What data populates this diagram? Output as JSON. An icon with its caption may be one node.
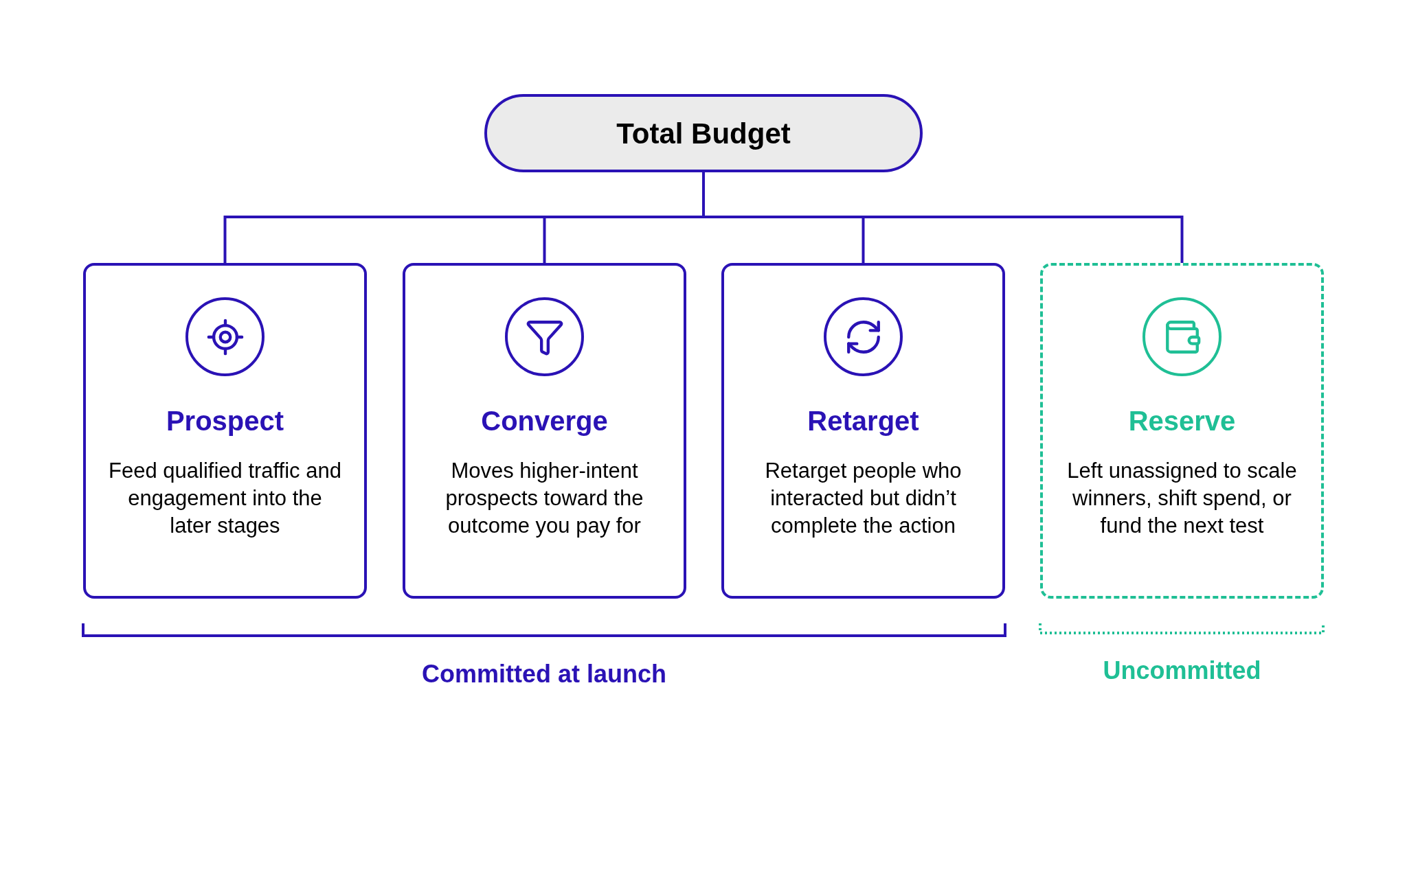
{
  "diagram": {
    "nodes": [
      {
        "text": [
          "Total Budget"
        ]
      },
      {
        "text": [
          "Prospect",
          "Feed qualified traffic and engagement into the later stages"
        ]
      },
      {
        "text": [
          "Converge",
          "Moves higher-intent prospects toward the outcome you pay for"
        ]
      },
      {
        "text": [
          "Retarget",
          "Retarget people who interacted but didn’t complete the action"
        ]
      },
      {
        "text": [
          "Reserve",
          "Left unassigned to scale winners, shift spend, or fund the next test"
        ]
      }
    ],
    "edges": [
      {
        "from": 0,
        "to": 1,
        "arrow": "none"
      },
      {
        "from": 0,
        "to": 2,
        "arrow": "none"
      },
      {
        "from": 0,
        "to": 3,
        "arrow": "none"
      },
      {
        "from": 0,
        "to": 4,
        "arrow": "none"
      }
    ],
    "labels": [
      "Committed at launch",
      "Uncommitted"
    ]
  }
}
